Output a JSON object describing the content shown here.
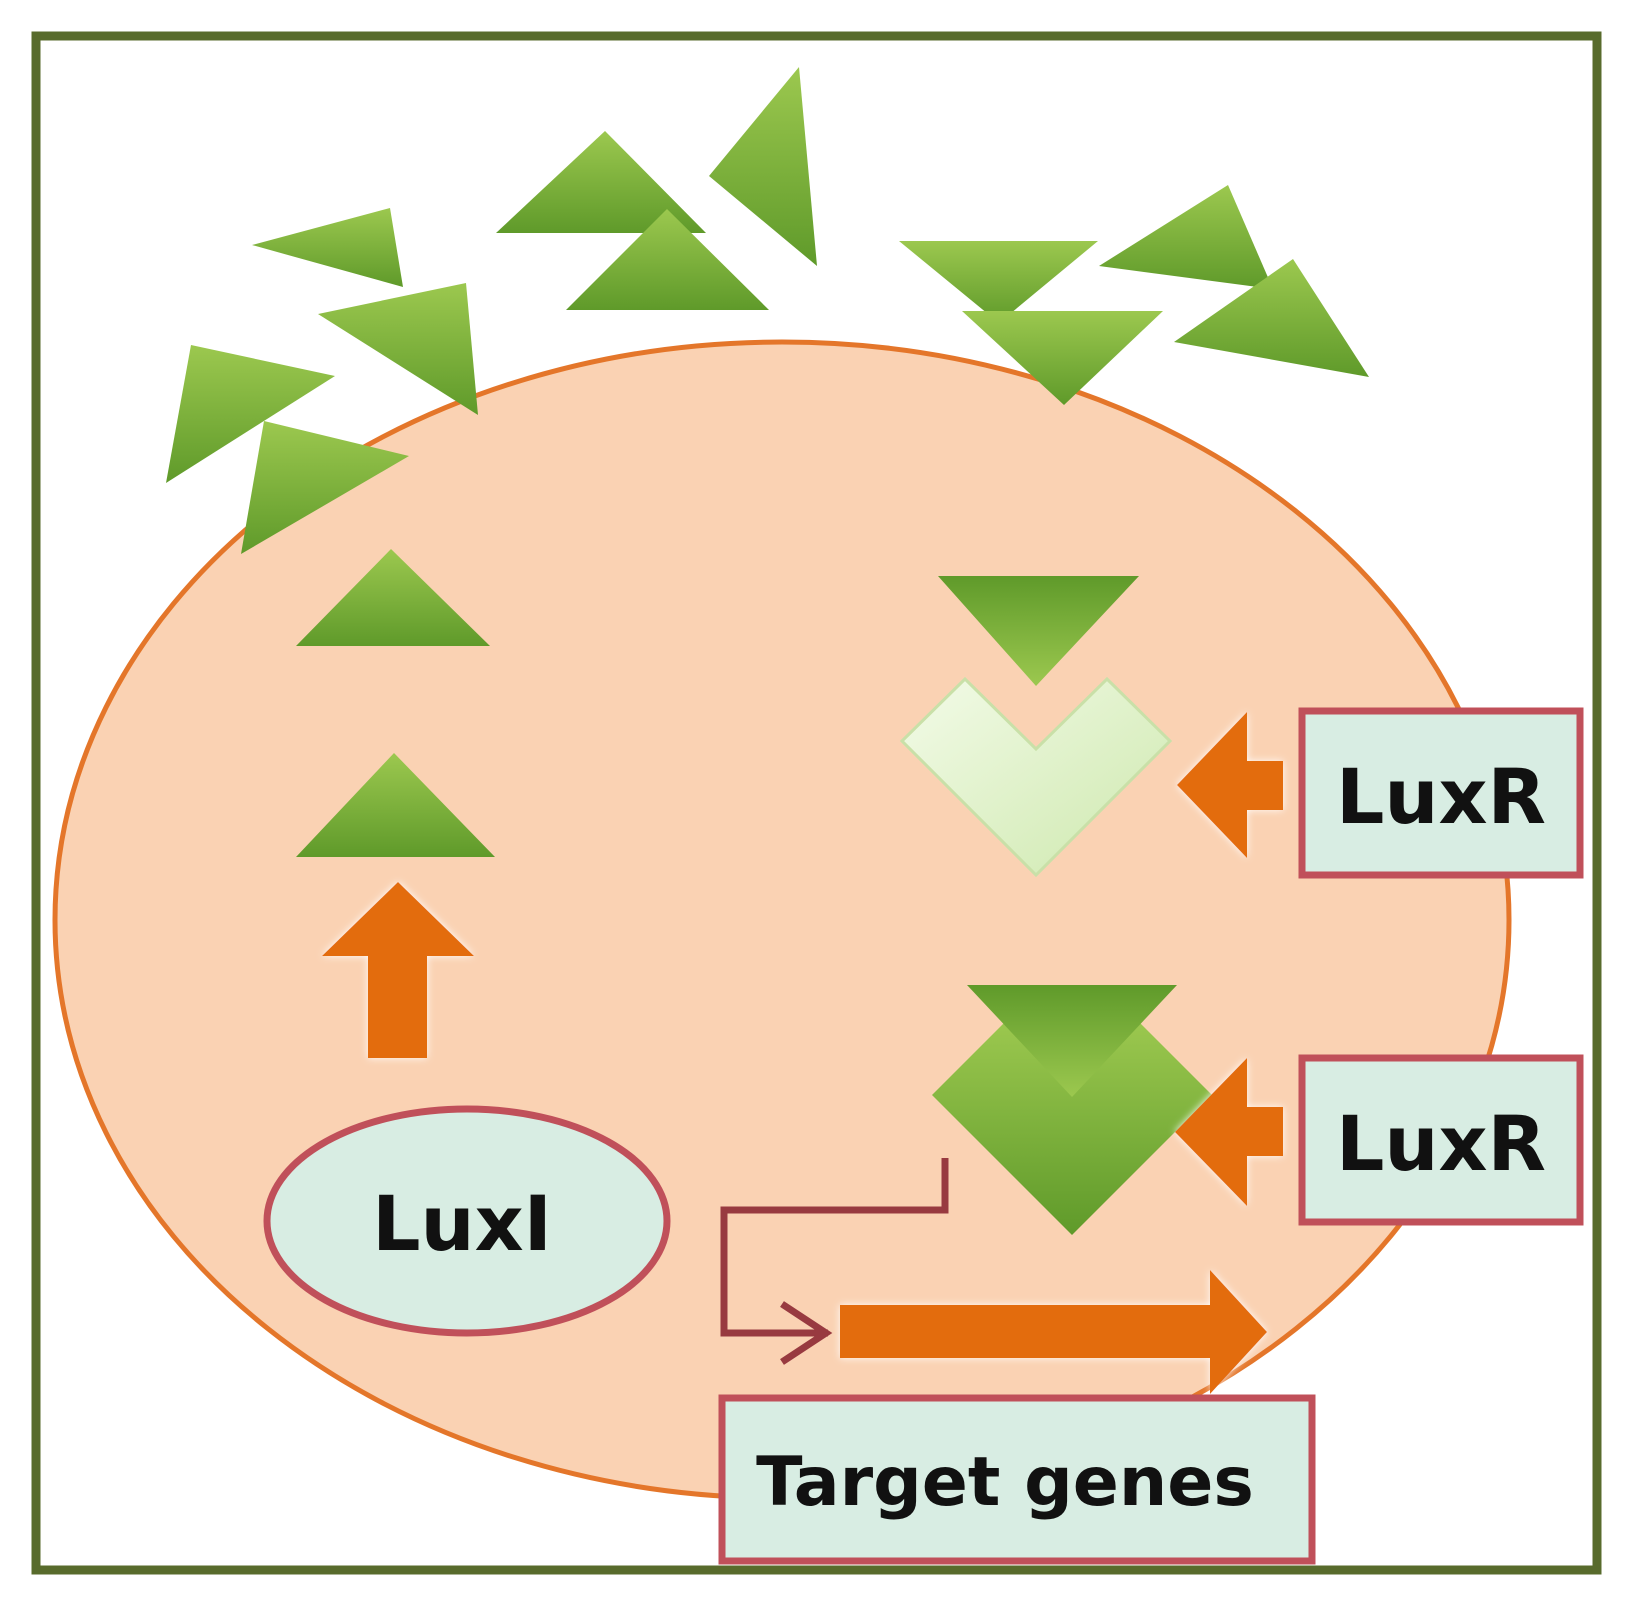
{
  "diagram": {
    "labels": {
      "luxi": "LuxI",
      "luxr_top": "LuxR",
      "luxr_bottom": "LuxR",
      "target_genes": "Target genes"
    },
    "colors": {
      "frame": "#586b2c",
      "cell_fill": "#fad2b3",
      "cell_stroke": "#e4762a",
      "signal_light": "#9cc84f",
      "signal_dark": "#5f9a2a",
      "receptor_empty_light": "#f3fbe8",
      "receptor_empty_dark": "#cde8ad",
      "arrow": "#e36c0a",
      "label_fill": "#d8ede3",
      "label_border": "#c0505a",
      "promoter_line": "#983a40"
    },
    "icons": {
      "autoinducer": "green-triangle-icon",
      "receptor": "chevron-receptor-icon",
      "arrow": "orange-block-arrow-icon"
    }
  }
}
